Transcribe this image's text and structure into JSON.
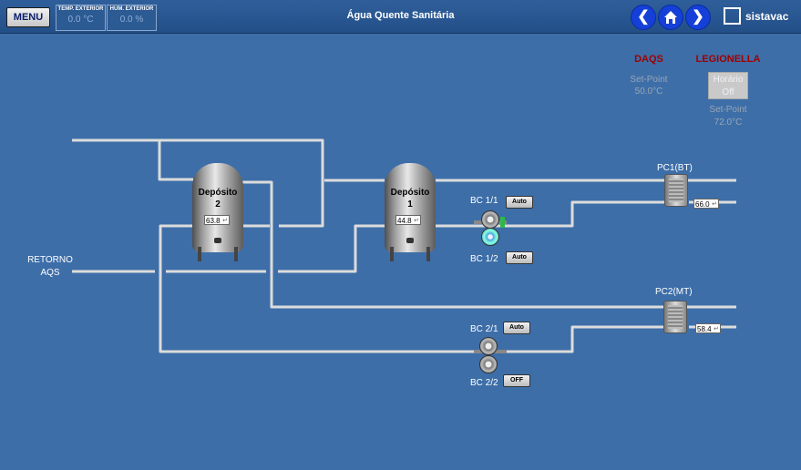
{
  "header": {
    "menu_label": "MENU",
    "temp_label": "TEMP. EXTERIOR",
    "temp_value": "0.0 °C",
    "hum_label": "HUM. EXTERIOR",
    "hum_value": "0.0 %",
    "title": "Água Quente Sanitária",
    "nav": {
      "back_icon": "chevron-left-icon",
      "home_icon": "home-icon",
      "forward_icon": "chevron-right-icon"
    },
    "logo_text": "sistavac"
  },
  "daqs": {
    "title": "DAQS",
    "setpoint_label": "Set-Point",
    "setpoint_value": "50.0°C"
  },
  "legionella": {
    "title": "LEGIONELLA",
    "schedule_label": "Horário",
    "schedule_value": "Off",
    "setpoint_label": "Set-Point",
    "setpoint_value": "72.0°C"
  },
  "deposits": [
    {
      "name": "Depósito",
      "number": "2",
      "value": "63.8"
    },
    {
      "name": "Depósito",
      "number": "1",
      "value": "44.8"
    }
  ],
  "return_label": [
    "RETORNO",
    "AQS"
  ],
  "pumps": {
    "bc11": {
      "label": "BC 1/1",
      "mode": "Auto"
    },
    "bc12": {
      "label": "BC 1/2",
      "mode": "Auto"
    },
    "bc21": {
      "label": "BC 2/1",
      "mode": "Auto"
    },
    "bc22": {
      "label": "BC 2/2",
      "mode": "OFF"
    }
  },
  "exchangers": {
    "pc1": {
      "label": "PC1(BT)",
      "value": "66.0"
    },
    "pc2": {
      "label": "PC2(MT)",
      "value": "58.4"
    }
  },
  "colors": {
    "background": "#3d6ea8",
    "pipe": "#dcdcdc",
    "header_alert": "#a00000",
    "nav_blue": "#1440d8"
  }
}
